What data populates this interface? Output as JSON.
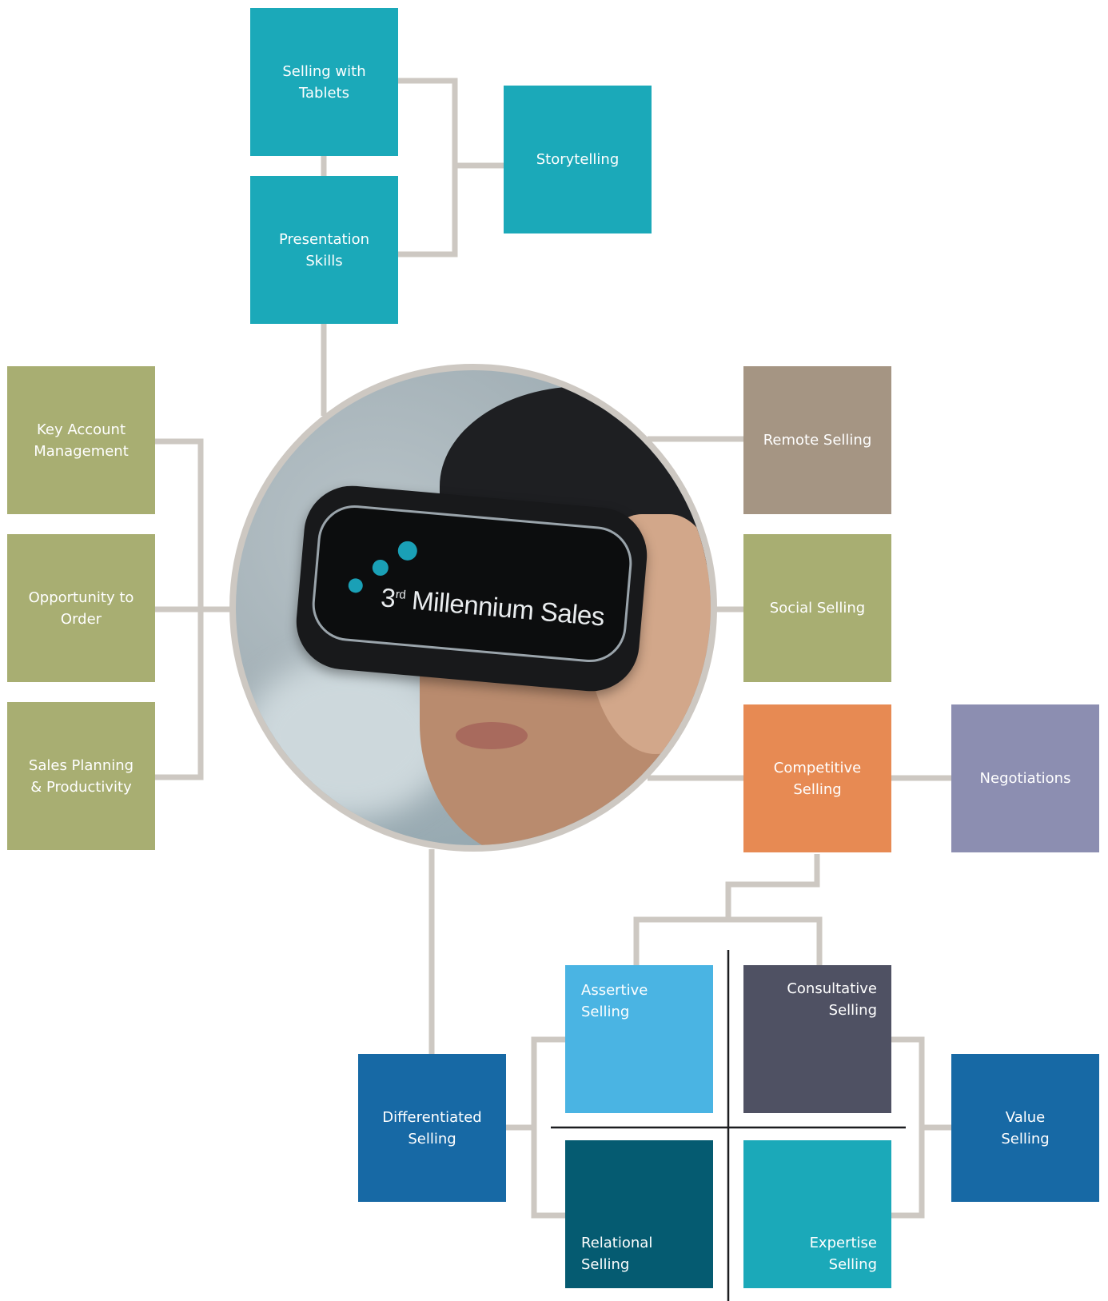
{
  "diagram": {
    "center_logo": {
      "number": "3",
      "superscript": "rd",
      "text": "Millennium Sales"
    },
    "boxes": {
      "selling_with_tablets": "Selling with\nTablets",
      "presentation_skills": "Presentation\nSkills",
      "storytelling": "Storytelling",
      "key_account_management": "Key Account\nManagement",
      "opportunity_to_order": "Opportunity to\nOrder",
      "sales_planning": "Sales Planning\n& Productivity",
      "remote_selling": "Remote Selling",
      "social_selling": "Social Selling",
      "competitive_selling": "Competitive\nSelling",
      "negotiations": "Negotiations",
      "assertive_selling": "Assertive\nSelling",
      "consultative_selling": "Consultative\nSelling",
      "relational_selling": "Relational\nSelling",
      "expertise_selling": "Expertise\nSelling",
      "differentiated_selling": "Differentiated\nSelling",
      "value_selling": "Value\nSelling"
    },
    "colors": {
      "teal": "#1ba9b9",
      "olive": "#a8ae72",
      "taupe": "#a59583",
      "orange": "#e78a53",
      "lavender": "#8c8eb1",
      "light_blue": "#4ab4e3",
      "slate": "#4f5163",
      "navy": "#1769a5",
      "dark_teal": "#055b71",
      "connector": "#cdc8c2"
    }
  }
}
